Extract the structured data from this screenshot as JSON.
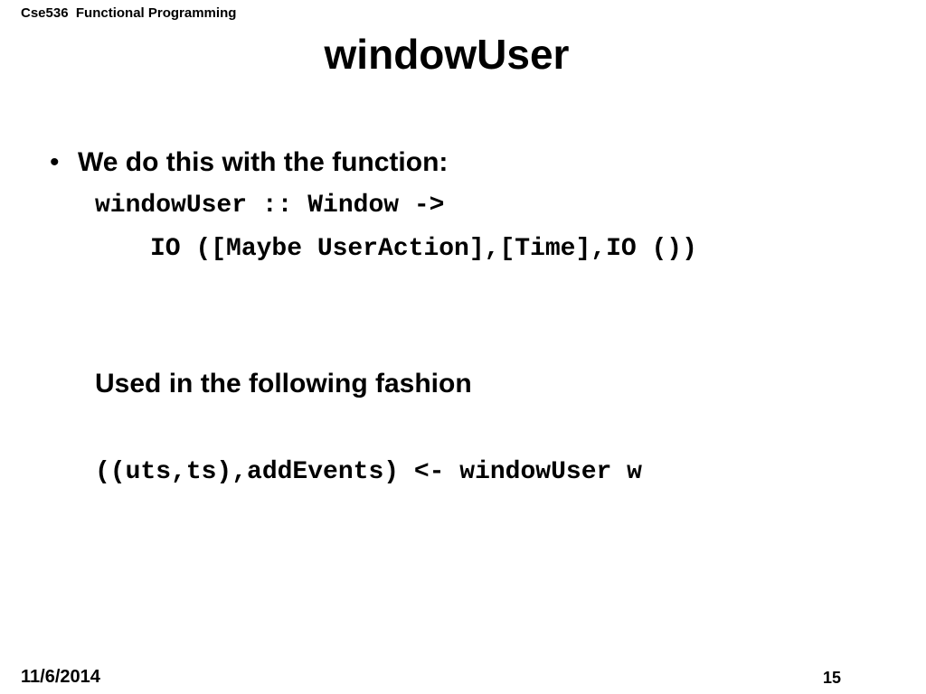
{
  "header": {
    "course_label": "Cse536  Functional Programming"
  },
  "title": "windowUser",
  "content": {
    "bullet_marker": "•",
    "bullet_text": "We do this with the function:",
    "code_signature_line1": "windowUser :: Window ->",
    "code_signature_line2": "IO ([Maybe UserAction],[Time],IO ())",
    "usage_heading": "Used in the following fashion",
    "code_usage": "((uts,ts),addEvents) <- windowUser w"
  },
  "footer": {
    "date": "11/6/2014",
    "page_number": "15"
  }
}
